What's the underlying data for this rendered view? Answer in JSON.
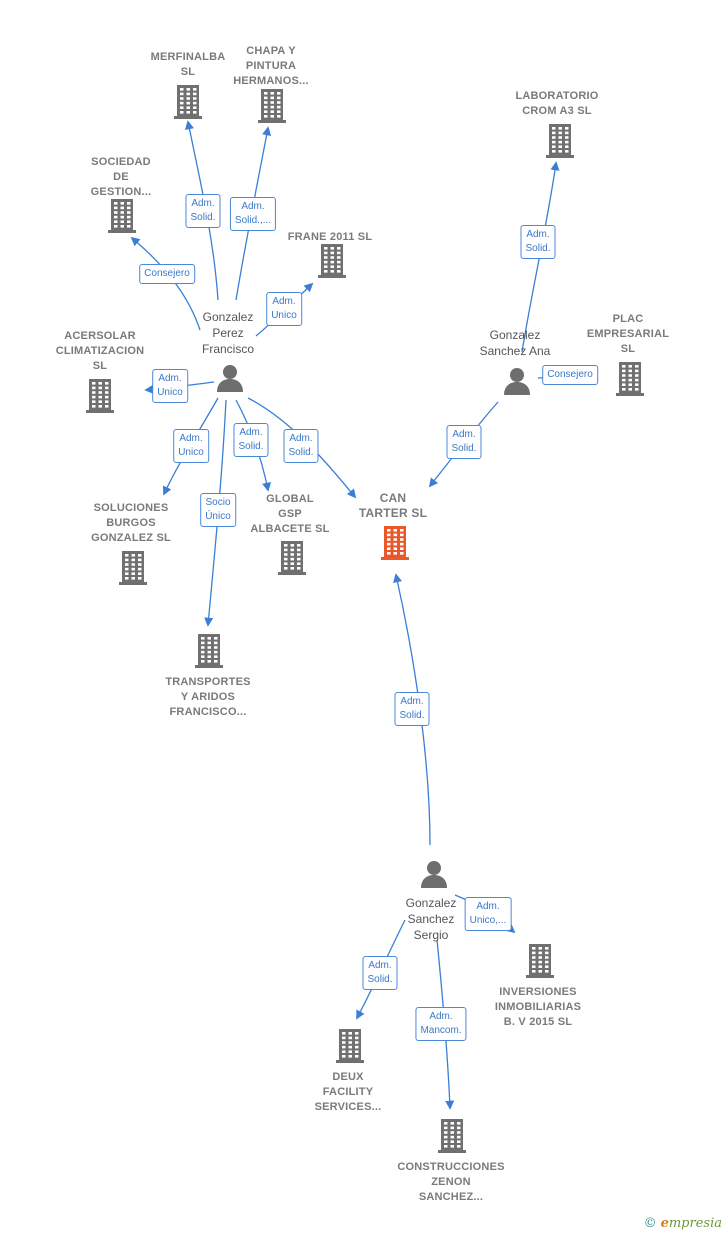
{
  "colors": {
    "edge": "#3a7fd5",
    "building": "#707070",
    "building_main": "#e8582a",
    "person": "#6e6e6e"
  },
  "companies": [
    {
      "id": "merfinalba",
      "lines": [
        "MERFINALBA",
        "SL"
      ]
    },
    {
      "id": "chapa",
      "lines": [
        "CHAPA Y",
        "PINTURA",
        "HERMANOS..."
      ]
    },
    {
      "id": "sociedad",
      "lines": [
        "SOCIEDAD",
        "DE",
        "GESTION..."
      ]
    },
    {
      "id": "frane",
      "lines": [
        "FRANE 2011 SL"
      ]
    },
    {
      "id": "acersolar",
      "lines": [
        "ACERSOLAR",
        "CLIMATIZACION",
        "SL"
      ]
    },
    {
      "id": "soluciones",
      "lines": [
        "SOLUCIONES",
        "BURGOS",
        "GONZALEZ  SL"
      ]
    },
    {
      "id": "global",
      "lines": [
        "GLOBAL",
        "GSP",
        "ALBACETE SL"
      ]
    },
    {
      "id": "cantarter",
      "lines": [
        "CAN",
        "TARTER  SL"
      ],
      "main": true
    },
    {
      "id": "transportes",
      "lines": [
        "TRANSPORTES",
        "Y ARIDOS",
        "FRANCISCO..."
      ]
    },
    {
      "id": "laboratorio",
      "lines": [
        "LABORATORIO",
        "CROM A3  SL"
      ]
    },
    {
      "id": "plac",
      "lines": [
        "PLAC",
        "EMPRESARIAL",
        "SL"
      ]
    },
    {
      "id": "inversiones",
      "lines": [
        "INVERSIONES",
        "INMOBILIARIAS",
        "B. V 2015  SL"
      ]
    },
    {
      "id": "deux",
      "lines": [
        "DEUX",
        "FACILITY",
        "SERVICES..."
      ]
    },
    {
      "id": "construcciones",
      "lines": [
        "CONSTRUCCIONES",
        "ZENON",
        "SANCHEZ..."
      ]
    }
  ],
  "persons": [
    {
      "id": "francisco",
      "lines": [
        "Gonzalez",
        "Perez",
        "Francisco"
      ]
    },
    {
      "id": "ana",
      "lines": [
        "Gonzalez",
        "Sanchez Ana"
      ]
    },
    {
      "id": "sergio",
      "lines": [
        "Gonzalez",
        "Sanchez",
        "Sergio"
      ]
    }
  ],
  "relations": [
    {
      "id": "r-merfinalba",
      "lines": [
        "Adm.",
        "Solid."
      ]
    },
    {
      "id": "r-chapa",
      "lines": [
        "Adm.",
        "Solid.,..."
      ]
    },
    {
      "id": "r-sociedad",
      "lines": [
        "Consejero"
      ]
    },
    {
      "id": "r-frane",
      "lines": [
        "Adm.",
        "Unico"
      ]
    },
    {
      "id": "r-acersolar",
      "lines": [
        "Adm.",
        "Unico"
      ]
    },
    {
      "id": "r-soluciones",
      "lines": [
        "Adm.",
        "Unico"
      ]
    },
    {
      "id": "r-global",
      "lines": [
        "Adm.",
        "Solid."
      ]
    },
    {
      "id": "r-cantarter-f",
      "lines": [
        "Adm.",
        "Solid."
      ]
    },
    {
      "id": "r-transportes",
      "lines": [
        "Socio",
        "Único"
      ]
    },
    {
      "id": "r-laboratorio",
      "lines": [
        "Adm.",
        "Solid."
      ]
    },
    {
      "id": "r-plac",
      "lines": [
        "Consejero"
      ]
    },
    {
      "id": "r-cantarter-a",
      "lines": [
        "Adm.",
        "Solid."
      ]
    },
    {
      "id": "r-cantarter-s",
      "lines": [
        "Adm.",
        "Solid."
      ]
    },
    {
      "id": "r-inversiones",
      "lines": [
        "Adm.",
        "Unico,..."
      ]
    },
    {
      "id": "r-deux",
      "lines": [
        "Adm.",
        "Solid."
      ]
    },
    {
      "id": "r-construcciones",
      "lines": [
        "Adm.",
        "Mancom."
      ]
    }
  ],
  "brand": {
    "copyright": "©",
    "initial": "e",
    "name": "mpresia"
  }
}
